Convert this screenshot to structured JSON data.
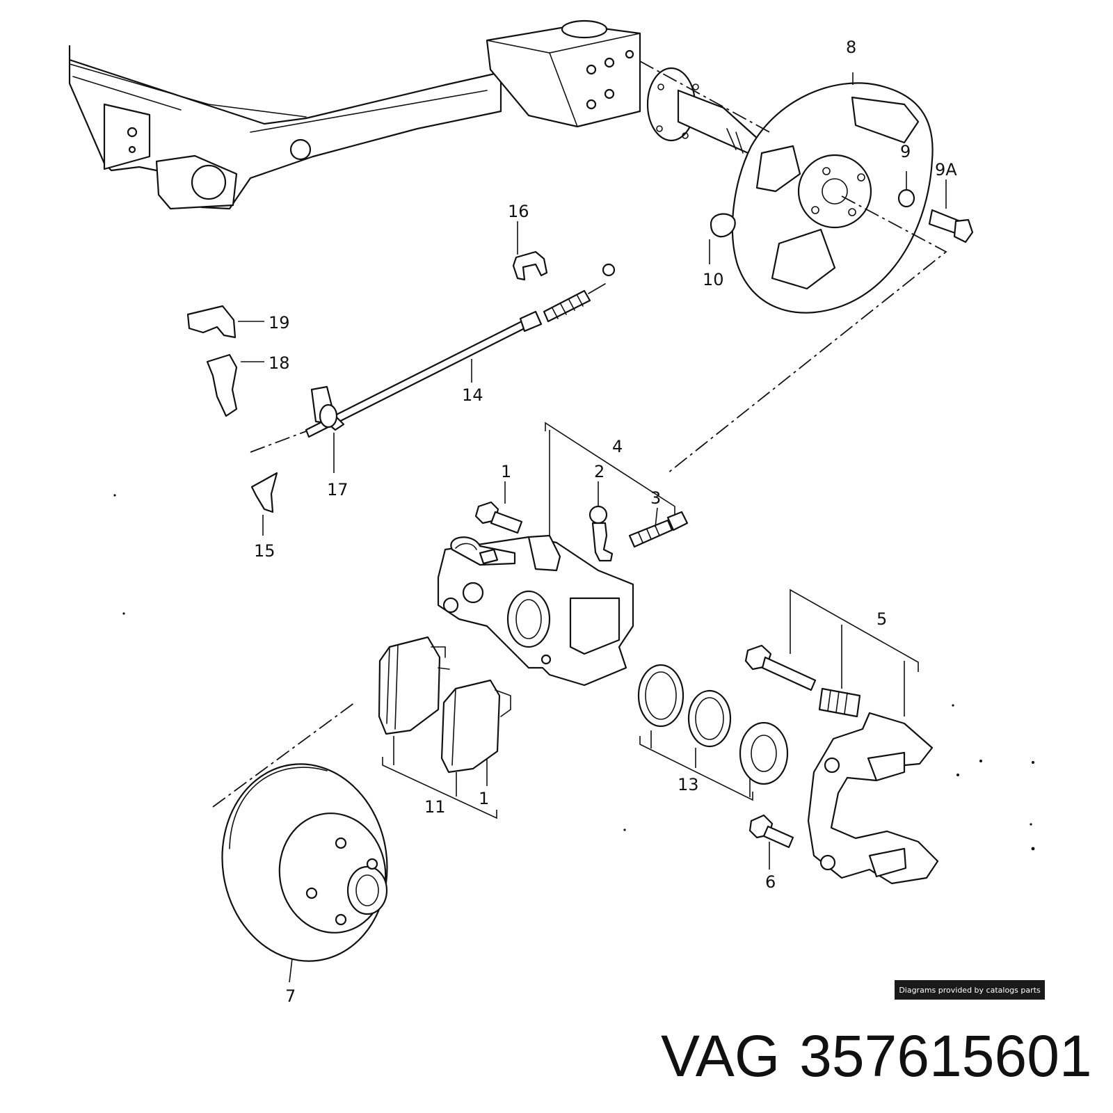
{
  "diagram": {
    "callouts": {
      "c1a": "1",
      "c1b": "1",
      "c2": "2",
      "c3": "3",
      "c4": "4",
      "c5": "5",
      "c6": "6",
      "c7": "7",
      "c8": "8",
      "c9": "9",
      "c9a": "9A",
      "c10": "10",
      "c11": "11",
      "c13": "13",
      "c14": "14",
      "c15": "15",
      "c16": "16",
      "c17": "17",
      "c18": "18",
      "c19": "19"
    }
  },
  "credit": "Diagrams provided by catalogs parts",
  "title": {
    "brand": "VAG",
    "part_number": "357615601"
  }
}
